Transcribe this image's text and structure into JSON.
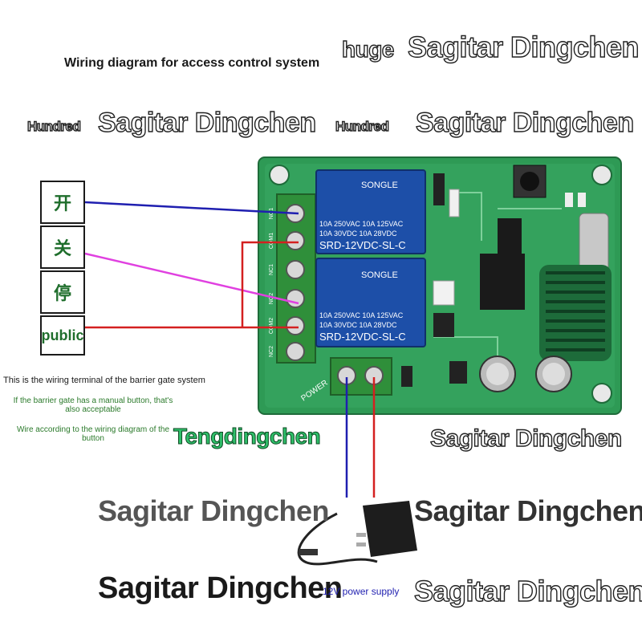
{
  "title": "Wiring diagram for access control system",
  "brand_labels": {
    "top_right_prefix": "huge",
    "top_right": "Sagitar Dingchen",
    "row2_left_prefix": "Hundred",
    "row2_left": "Sagitar Dingchen",
    "row2_right_prefix": "Hundred",
    "row2_right": "Sagitar Dingchen",
    "mid_right": "Sagitar Dingchen",
    "mid_left_green": "Tengdingchen",
    "lower_left": "Sagitar Dingchen",
    "lower_right": "Sagitar Dingchen",
    "bottom_left": "Sagitar Dingchen",
    "bottom_right": "Sagitar Dingchen"
  },
  "terminals": [
    "开",
    "关",
    "停",
    "public"
  ],
  "notes": {
    "terminal_note": "This is the wiring terminal of the barrier gate system",
    "manual_button_note": "If the barrier gate has a manual button, that's also acceptable",
    "wire_note": "Wire according to the wiring diagram of the button",
    "power_supply": "12V power supply"
  },
  "board": {
    "relay_brand": "SONGLE",
    "relay_rating_1": "10A 250VAC  10A 125VAC",
    "relay_rating_2": "10A 30VDC  10A 28VDC",
    "relay_model": "SRD-12VDC-SL-C",
    "power_label": "POWER",
    "terminal_labels": [
      "NO1",
      "COM1",
      "NC1",
      "NO2",
      "COM2",
      "NC2"
    ]
  },
  "colors": {
    "wire_blue": "#1f1fb0",
    "wire_magenta": "#e040e0",
    "wire_red": "#d42020",
    "board_green": "#2e9a55",
    "relay_blue": "#1d4fa8",
    "terminal_green": "#2f8f3a"
  }
}
